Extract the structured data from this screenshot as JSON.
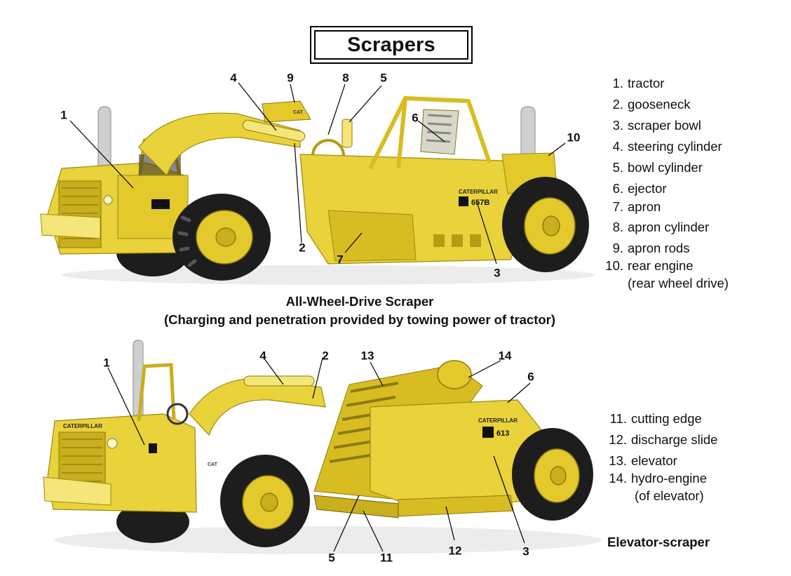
{
  "title": "Scrapers",
  "top": {
    "caption_line1": "All-Wheel-Drive Scraper",
    "caption_line2": "(Charging and penetration provided by towing power of tractor)",
    "badge_text": "CATERPILLAR",
    "model_text": "657B",
    "hood_text": "CAT",
    "callouts": [
      "1",
      "2",
      "3",
      "4",
      "5",
      "6",
      "7",
      "8",
      "9",
      "10"
    ]
  },
  "bottom": {
    "caption": "Elevator-scraper",
    "badge_text": "CATERPILLAR",
    "model_text": "613",
    "fender_text": "CAT",
    "callouts": [
      "1",
      "2",
      "3",
      "4",
      "5",
      "6",
      "11",
      "12",
      "13",
      "14"
    ]
  },
  "legend_top": [
    {
      "num": "1.",
      "text": "tractor"
    },
    {
      "num": "2.",
      "text": "gooseneck"
    },
    {
      "num": "3.",
      "text": "scraper bowl"
    },
    {
      "num": "4.",
      "text": "steering cylinder"
    },
    {
      "num": "5.",
      "text": "bowl cylinder"
    },
    {
      "num": "6.",
      "text": "ejector"
    },
    {
      "num": "7.",
      "text": "apron"
    },
    {
      "num": "8.",
      "text": "apron cylinder"
    },
    {
      "num": "9.",
      "text": "apron rods"
    },
    {
      "num": "10.",
      "text": "rear engine",
      "cont": "(rear wheel drive)"
    }
  ],
  "legend_bottom": [
    {
      "num": "11.",
      "text": "cutting edge"
    },
    {
      "num": "12.",
      "text": "discharge slide"
    },
    {
      "num": "13.",
      "text": "elevator"
    },
    {
      "num": "14.",
      "text": "hydro-engine",
      "cont": "(of elevator)"
    }
  ],
  "colors": {
    "yellow": "#e9d23a",
    "yellow_shade": "#c9ae1d",
    "yellow_light": "#f5e67a",
    "tire": "#1d1d1d",
    "steel": "#c9c9c9"
  }
}
